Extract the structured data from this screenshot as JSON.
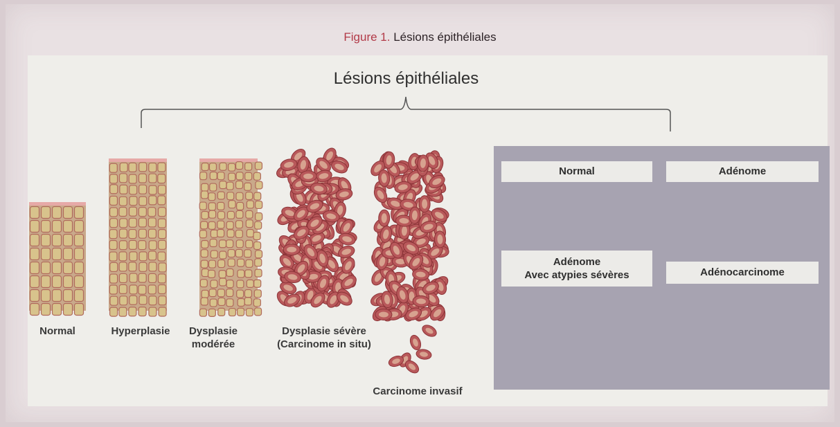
{
  "figure": {
    "number": "Figure 1.",
    "caption": "Lésions épithéliales"
  },
  "diagram": {
    "title": "Lésions épithéliales",
    "stages": [
      {
        "label_lines": [
          "Normal"
        ]
      },
      {
        "label_lines": [
          "Hyperplasie"
        ]
      },
      {
        "label_lines": [
          "Dysplasie",
          "modérée"
        ]
      },
      {
        "label_lines": [
          "Dysplasie sévère",
          "(Carcinome in situ)"
        ]
      },
      {
        "label_lines": [
          "Carcinome invasif"
        ]
      }
    ]
  },
  "glandular_panel": {
    "boxes": [
      {
        "label_lines": [
          "Normal"
        ]
      },
      {
        "label_lines": [
          "Adénome"
        ]
      },
      {
        "label_lines": [
          "Adénome",
          "Avec atypies sévères"
        ]
      },
      {
        "label_lines": [
          "Adénocarcinome"
        ]
      }
    ]
  },
  "colors": {
    "accent_title": "#b23a48",
    "cell_fill": "#d8c38c",
    "cell_border": "#b06a5c",
    "tumor_cell": "#b8585a",
    "tumor_nucleus": "#9a3c40",
    "panel_gray": "#a7a3b1"
  }
}
